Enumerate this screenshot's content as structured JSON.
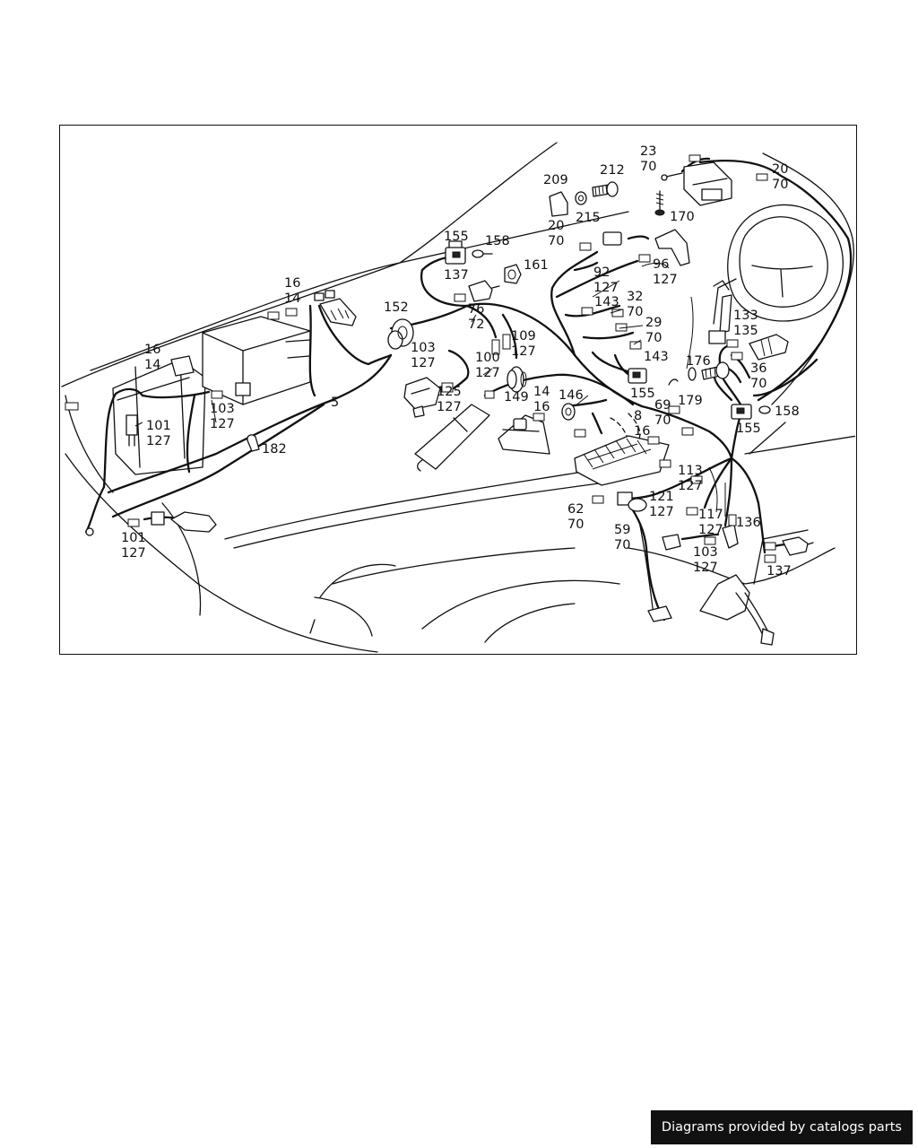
{
  "callouts": [
    "23",
    "70",
    "20",
    "70",
    "209",
    "212",
    "215",
    "170",
    "20",
    "70",
    "155",
    "158",
    "161",
    "137",
    "16",
    "14",
    "152",
    "76",
    "72",
    "92",
    "127",
    "96",
    "127",
    "143",
    "32",
    "70",
    "29",
    "70",
    "109",
    "127",
    "103",
    "127",
    "100",
    "127",
    "125",
    "127",
    "149",
    "14",
    "16",
    "146",
    "143",
    "176",
    "179",
    "155",
    "69",
    "70",
    "8",
    "16",
    "133",
    "135",
    "36",
    "70",
    "158",
    "155",
    "16",
    "14",
    "101",
    "127",
    "103",
    "127",
    "5",
    "182",
    "113",
    "127",
    "121",
    "127",
    "62",
    "70",
    "59",
    "70",
    "117",
    "127",
    "136",
    "103",
    "127",
    "137",
    "101",
    "127"
  ],
  "footer": {
    "credit": "Diagrams provided by catalogs parts"
  }
}
